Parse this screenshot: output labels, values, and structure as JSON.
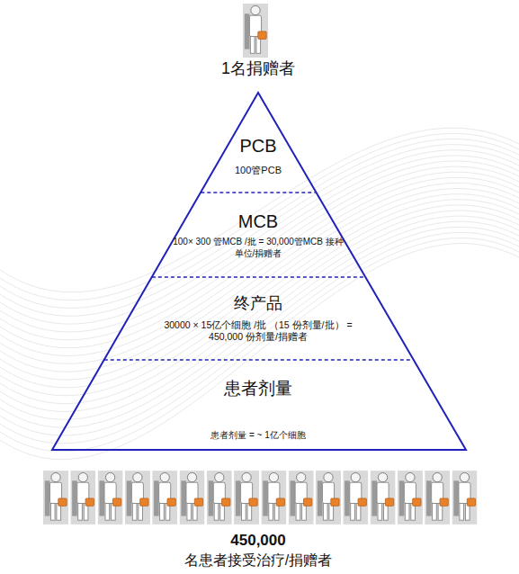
{
  "diagram": {
    "nodes": [
      {
        "text": [
          "PCB",
          "100管PCB"
        ]
      },
      {
        "text": [
          "MCB",
          "100× 300 管MCB /批 = 30,000管MCB 接种单位/捐赠者"
        ]
      },
      {
        "text": [
          "终产品",
          "30000 × 15亿个细胞 /批 （15 份剂量/批） = 450,000 份剂量/捐赠者"
        ]
      },
      {
        "text": [
          "患者剂量",
          "患者剂量 = ~ 1亿个细胞"
        ]
      }
    ],
    "labels": [
      "1名捐赠者",
      "450,000",
      "名患者接受治疗/捐赠者"
    ]
  }
}
